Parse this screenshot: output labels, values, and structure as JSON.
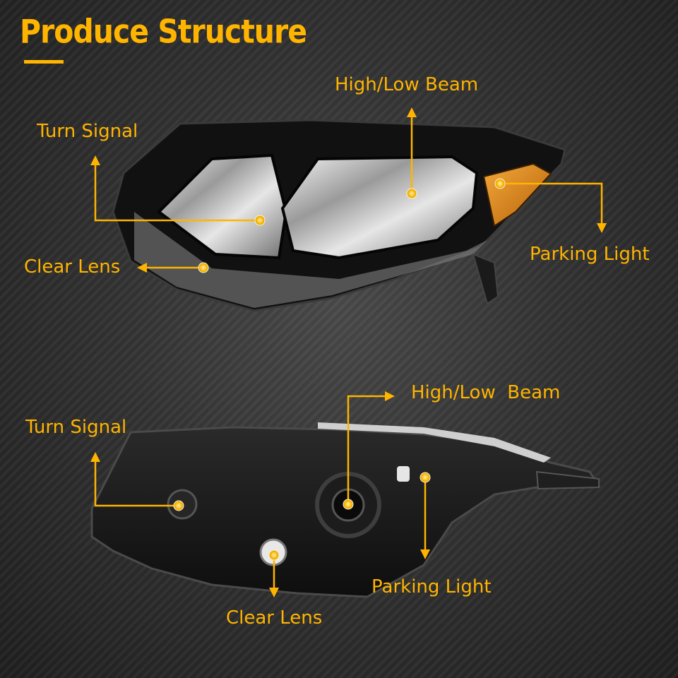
{
  "title": "Produce Structure",
  "colors": {
    "accent": "#ffb400",
    "amber_lens": "#e0890f",
    "housing": "#161616"
  },
  "front_view": {
    "labels": {
      "turn_signal": "Turn Signal",
      "high_low_beam": "High/Low Beam",
      "parking_light": "Parking Light",
      "clear_lens": "Clear Lens"
    }
  },
  "rear_view": {
    "labels": {
      "turn_signal": "Turn Signal",
      "high_low_beam": "High/Low  Beam",
      "parking_light": "Parking Light",
      "clear_lens": "Clear Lens"
    }
  }
}
